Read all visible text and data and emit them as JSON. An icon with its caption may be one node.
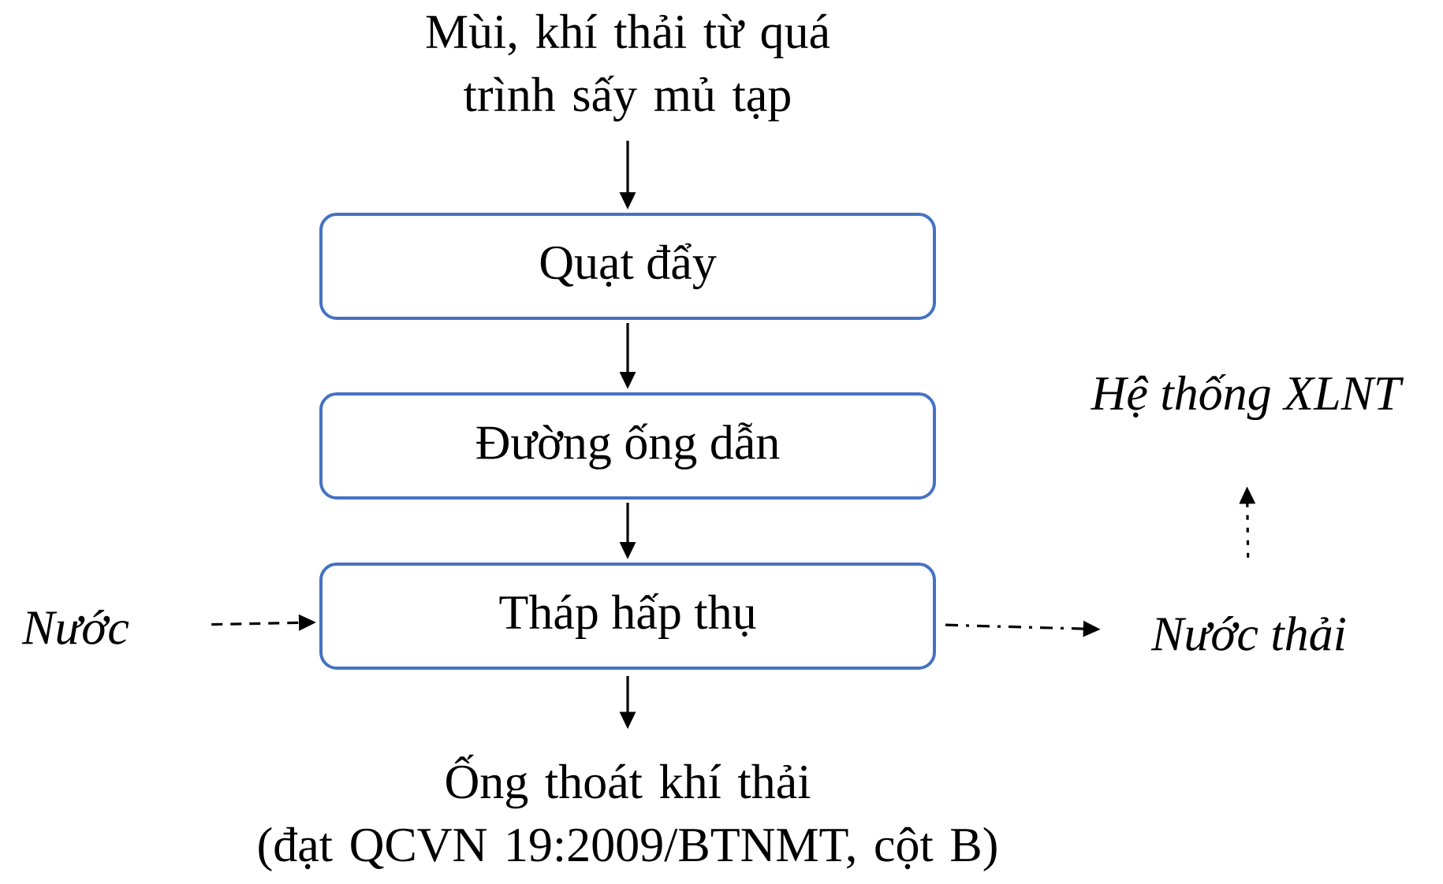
{
  "diagram": {
    "nodes": [
      {
        "text": [
          "Mùi, khí thải từ quá trình sấy mủ tạp"
        ]
      },
      {
        "text": [
          "Quạt đẩy"
        ]
      },
      {
        "text": [
          "Đường ống dẫn"
        ]
      },
      {
        "text": [
          "Tháp hấp thụ"
        ]
      },
      {
        "text": [
          "Ống thoát khí thải",
          "(đạt QCVN 19:2009/BTNMT, cột B)"
        ]
      },
      {
        "text": [
          "Nước"
        ]
      },
      {
        "text": [
          "Nước thải"
        ]
      },
      {
        "text": [
          "Hệ thống XLNT"
        ]
      }
    ],
    "edges": [
      {
        "from": 0,
        "to": 1,
        "arrow": "to"
      },
      {
        "from": 1,
        "to": 2,
        "arrow": "to"
      },
      {
        "from": 2,
        "to": 3,
        "arrow": "to"
      },
      {
        "from": 3,
        "to": 4,
        "arrow": "to"
      },
      {
        "from": 5,
        "to": 3,
        "arrow": "to",
        "style": "dashed"
      },
      {
        "from": 3,
        "to": 6,
        "arrow": "to",
        "style": "dashed"
      },
      {
        "from": 6,
        "to": 7,
        "arrow": "to",
        "style": "dashed"
      }
    ]
  }
}
